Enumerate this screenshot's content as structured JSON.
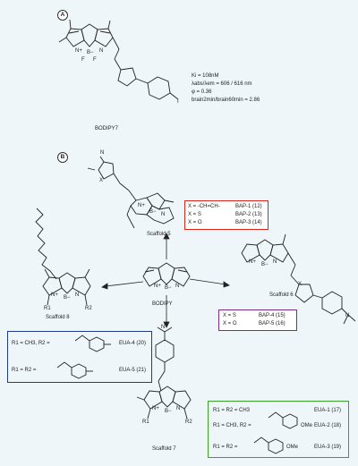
{
  "panels": {
    "a": "A",
    "b": "B"
  },
  "bodipy7": {
    "name": "BODIPY7",
    "iodine": "I",
    "props": [
      "Ki = 108nM",
      "λabs/λem = 606 / 616 nm",
      "φ = 0.36",
      "brain2min/brain60min = 2.86"
    ]
  },
  "core": {
    "name": "BODIPY"
  },
  "atoms": {
    "n_plus": "N+",
    "n": "N",
    "b_minus": "B−",
    "f": "F",
    "x": "X",
    "ome": "OMe",
    "r1": "R1",
    "r2": "R2",
    "nme2": "N"
  },
  "scaffolds": {
    "s5": "Scaffold 5",
    "s6": "Scaffold 6",
    "s7": "Scaffold 7",
    "s8": "Scaffold 8"
  },
  "box5": {
    "rows": [
      {
        "cond": "X = -CH=CH-",
        "cmpd": "BAP-1 (12)"
      },
      {
        "cond": "X = S",
        "cmpd": "BAP-2 (13)"
      },
      {
        "cond": "X = O",
        "cmpd": "BAP-3 (14)"
      }
    ],
    "color": "#d9251c"
  },
  "box6": {
    "rows": [
      {
        "cond": "X = S",
        "cmpd": "BAP-4 (15)"
      },
      {
        "cond": "X = O",
        "cmpd": "BAP-5 (16)"
      }
    ],
    "color": "#7a2a8a"
  },
  "box8": {
    "rows": [
      {
        "cond": "R1 = CH3, R2 =",
        "cmpd": "EUA-4 (20)"
      },
      {
        "cond": "R1 = R2 =",
        "cmpd": "EUA-5 (21)"
      }
    ],
    "color": "#1f3c8c"
  },
  "box7": {
    "rows": [
      {
        "cond": "R1 = R2 = CH3",
        "cmpd": "EUA-1 (17)"
      },
      {
        "cond": "R1 = CH3, R2 =",
        "cmpd": "EUA-2 (18)"
      },
      {
        "cond": "R1 = R2 =",
        "cmpd": "EUA-3 (19)"
      }
    ],
    "color": "#3aa02a"
  }
}
